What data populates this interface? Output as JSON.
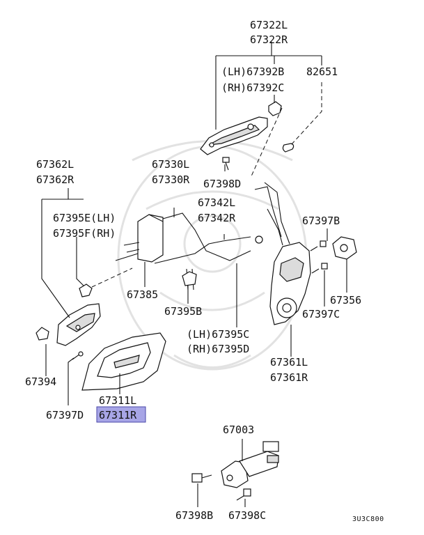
{
  "labels": {
    "p67322l": "67322L",
    "p67322r": "67322R",
    "p67392b": "(LH)67392B",
    "p67392c": "(RH)67392C",
    "p82651": "82651",
    "p67362l": "67362L",
    "p67362r": "67362R",
    "p67330l": "67330L",
    "p67330r": "67330R",
    "p67398d": "67398D",
    "p67342l": "67342L",
    "p67342r": "67342R",
    "p67395e": "67395E(LH)",
    "p67395f": "67395F(RH)",
    "p67397b": "67397B",
    "p67385": "67385",
    "p67356": "67356",
    "p67395b": "67395B",
    "p67397c": "67397C",
    "p67395c": "(LH)67395C",
    "p67395d": "(RH)67395D",
    "p67361l": "67361L",
    "p67361r": "67361R",
    "p67394": "67394",
    "p67311l": "67311L",
    "p67311r": "67311R",
    "p67397d": "67397D",
    "p67003": "67003",
    "p67398b": "67398B",
    "p67398c": "67398C"
  },
  "diagram_code": "3U3C800",
  "highlight": {
    "part": "67311R",
    "color": "#a7a5e6"
  }
}
